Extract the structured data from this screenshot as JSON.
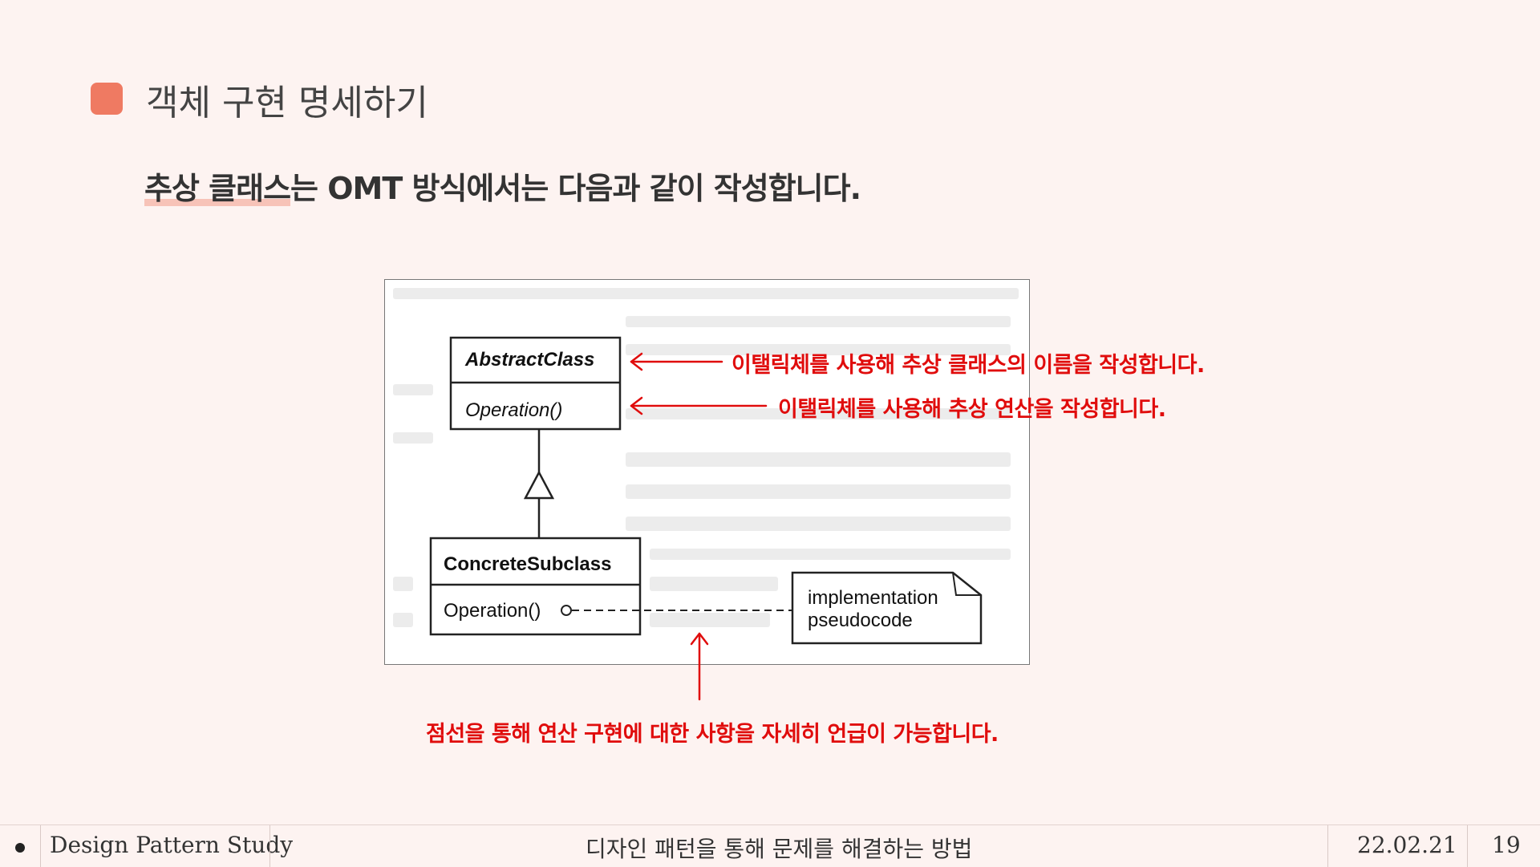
{
  "header": {
    "title": "객체 구현 명세하기"
  },
  "subtitle": {
    "highlight": "추상 클래스",
    "rest": "는 OMT 방식에서는 다음과 같이 작성합니다."
  },
  "diagram": {
    "abstract_class": {
      "name": "AbstractClass",
      "operation": "Operation()"
    },
    "concrete_class": {
      "name": "ConcreteSubclass",
      "operation": "Operation()"
    },
    "note": {
      "line1": "implementation",
      "line2": "pseudocode"
    }
  },
  "annotations": {
    "class_name": "이탤릭체를 사용해  추상 클래스의 이름을 작성합니다.",
    "operation": "이탤릭체를 사용해 추상 연산을 작성합니다.",
    "dashed_line": "점선을 통해 연산 구현에 대한 사항을 자세히 언급이 가능합니다.",
    "color": "#e00c0c"
  },
  "footer": {
    "study_name": "Design Pattern Study",
    "topic": "디자인 패턴을 통해 문제를 해결하는 방법",
    "date": "22.02.21",
    "page_number": "19"
  },
  "colors": {
    "accent": "#ef7a62",
    "background": "#fdf3f1",
    "highlight": "#f7c3b8"
  }
}
